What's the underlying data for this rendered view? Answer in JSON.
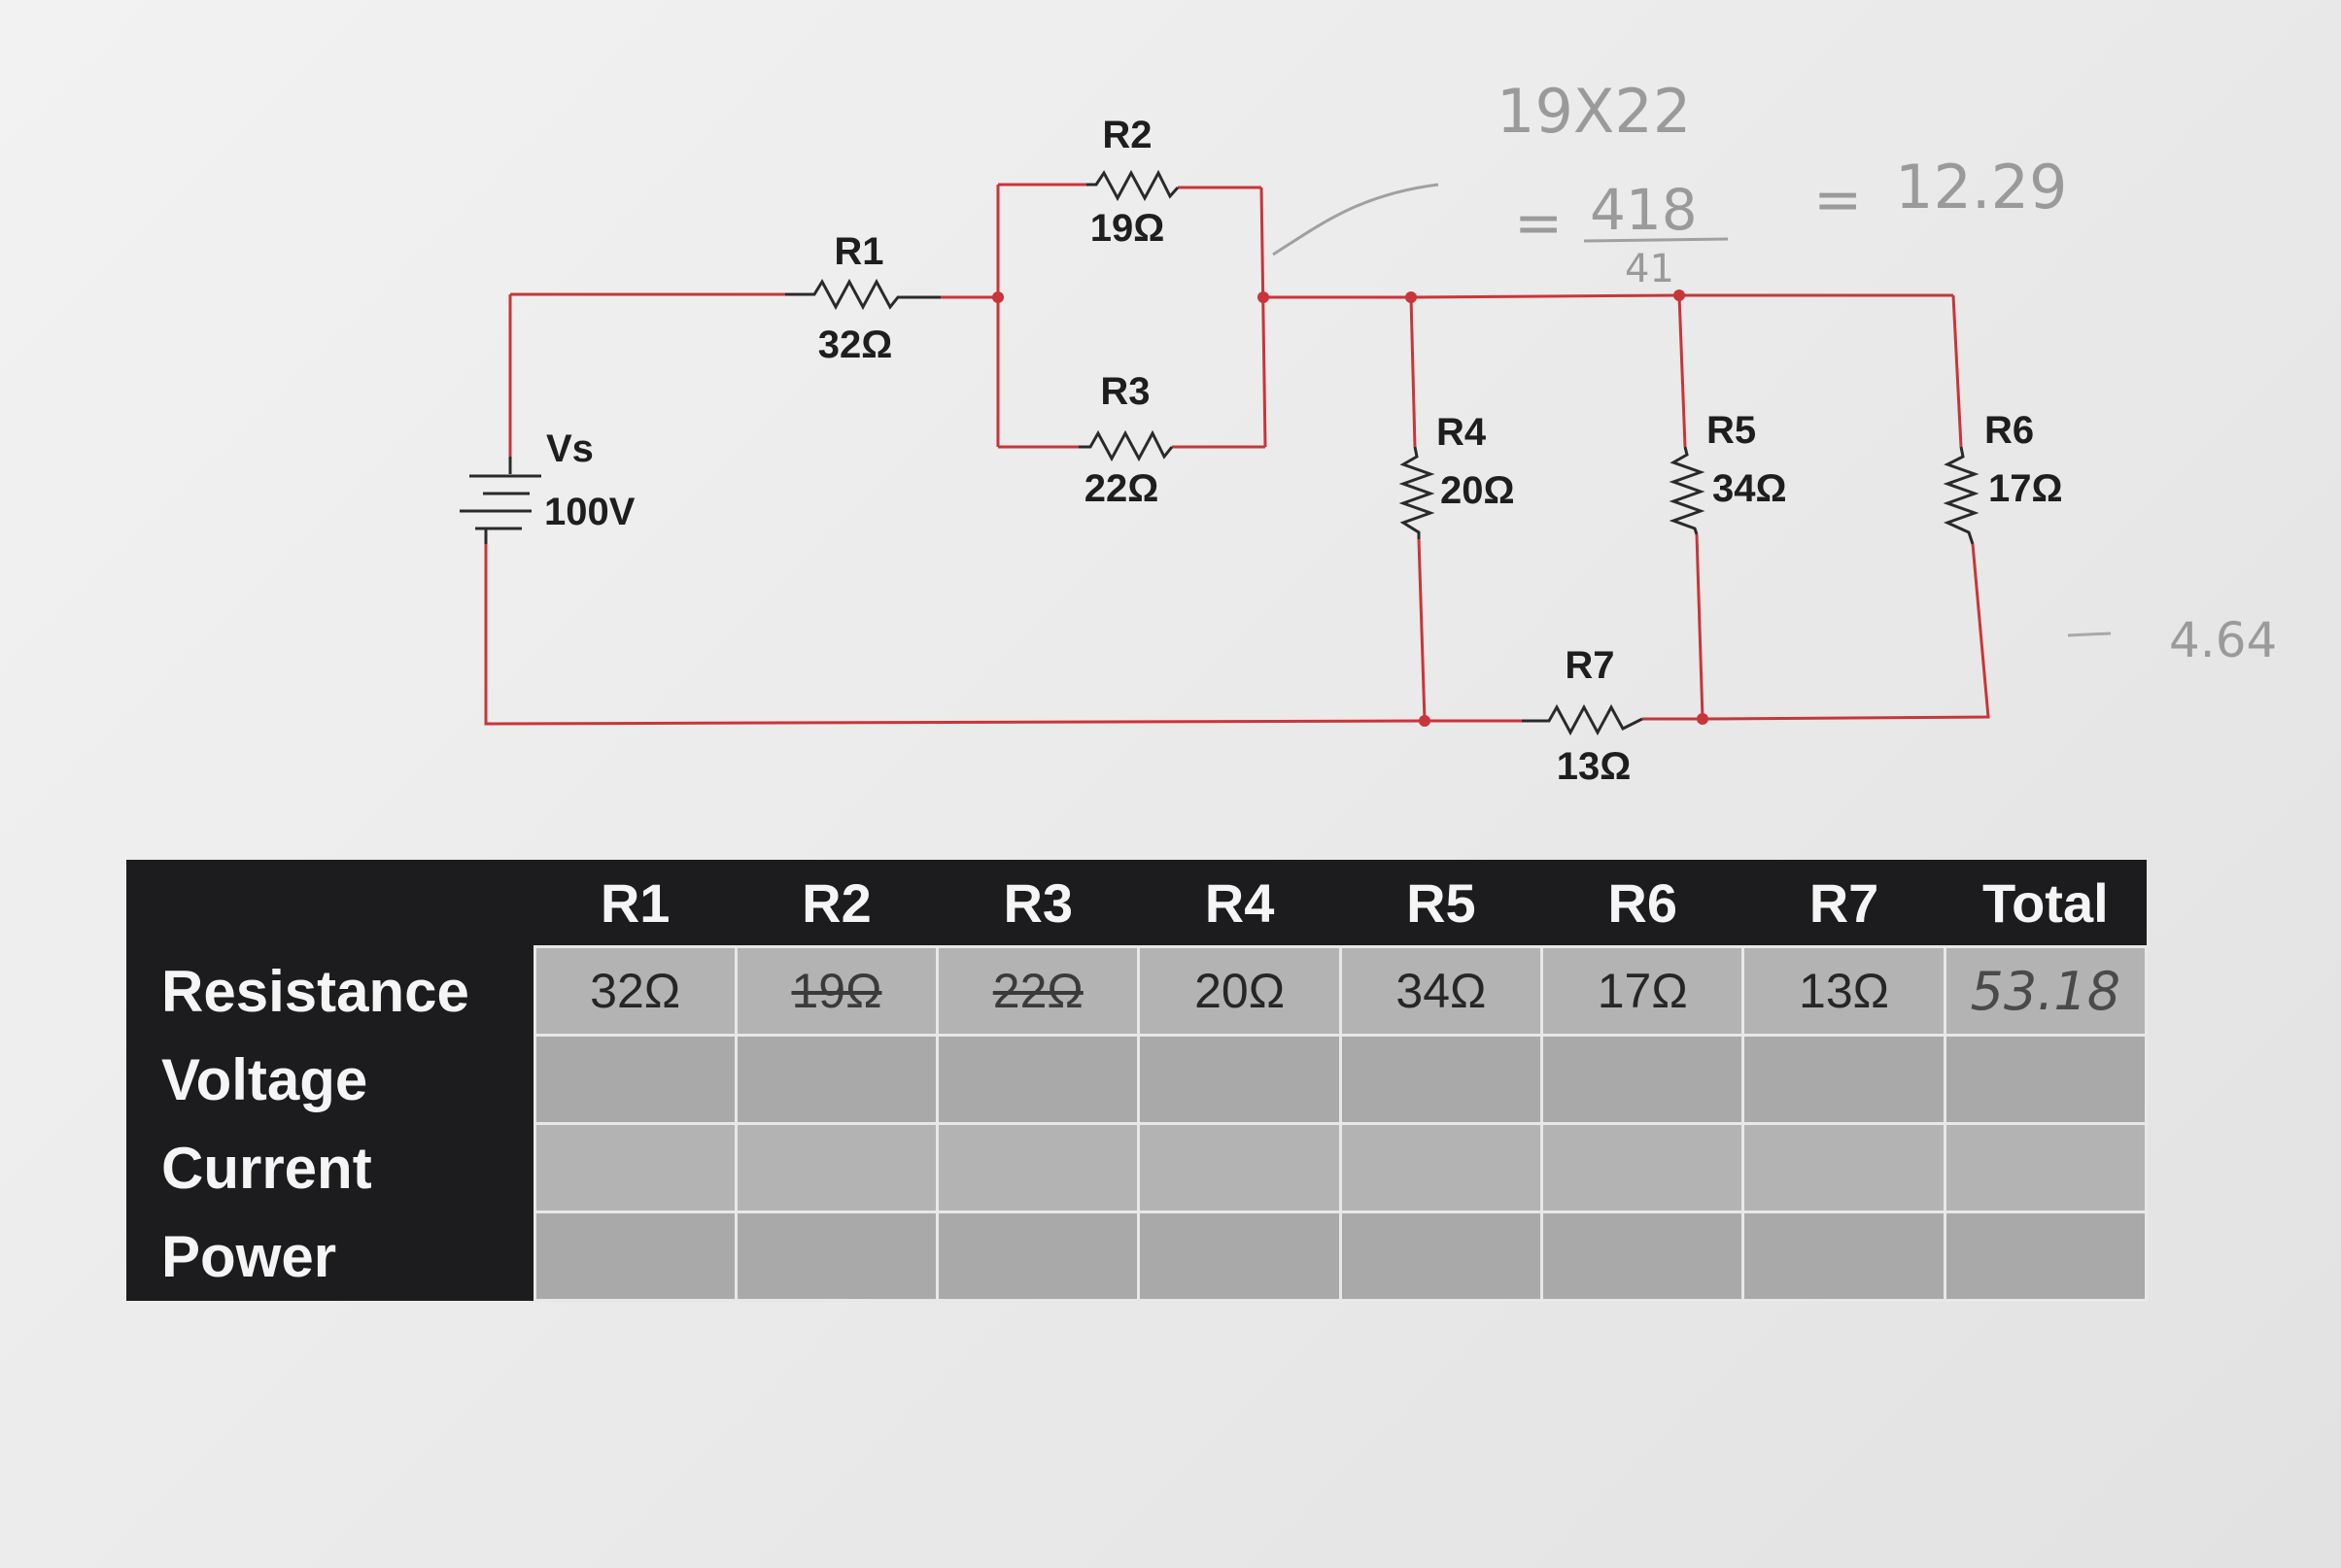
{
  "circuit": {
    "source": {
      "name": "Vs",
      "value": "100V"
    },
    "resistors": [
      {
        "name": "R1",
        "value": "32Ω"
      },
      {
        "name": "R2",
        "value": "19Ω"
      },
      {
        "name": "R3",
        "value": "22Ω"
      },
      {
        "name": "R4",
        "value": "20Ω"
      },
      {
        "name": "R5",
        "value": "34Ω"
      },
      {
        "name": "R6",
        "value": "17Ω"
      },
      {
        "name": "R7",
        "value": "13Ω"
      }
    ],
    "wire_color": "#c9353a"
  },
  "handwriting": {
    "product": "19X22",
    "fraction_num": "418",
    "fraction_den": "41",
    "equals": "=",
    "result": "12.29",
    "side_note": "4.64",
    "total_resistance": "53.18"
  },
  "table": {
    "columns": [
      "R1",
      "R2",
      "R3",
      "R4",
      "R5",
      "R6",
      "R7",
      "Total"
    ],
    "rows": [
      {
        "label": "Resistance",
        "cells": [
          "32Ω",
          "19Ω",
          "22Ω",
          "20Ω",
          "34Ω",
          "17Ω",
          "13Ω",
          "53.18"
        ]
      },
      {
        "label": "Voltage",
        "cells": [
          "",
          "",
          "",
          "",
          "",
          "",
          "",
          ""
        ]
      },
      {
        "label": "Current",
        "cells": [
          "",
          "",
          "",
          "",
          "",
          "",
          "",
          ""
        ]
      },
      {
        "label": "Power",
        "cells": [
          "",
          "",
          "",
          "",
          "",
          "",
          "",
          ""
        ]
      }
    ]
  }
}
